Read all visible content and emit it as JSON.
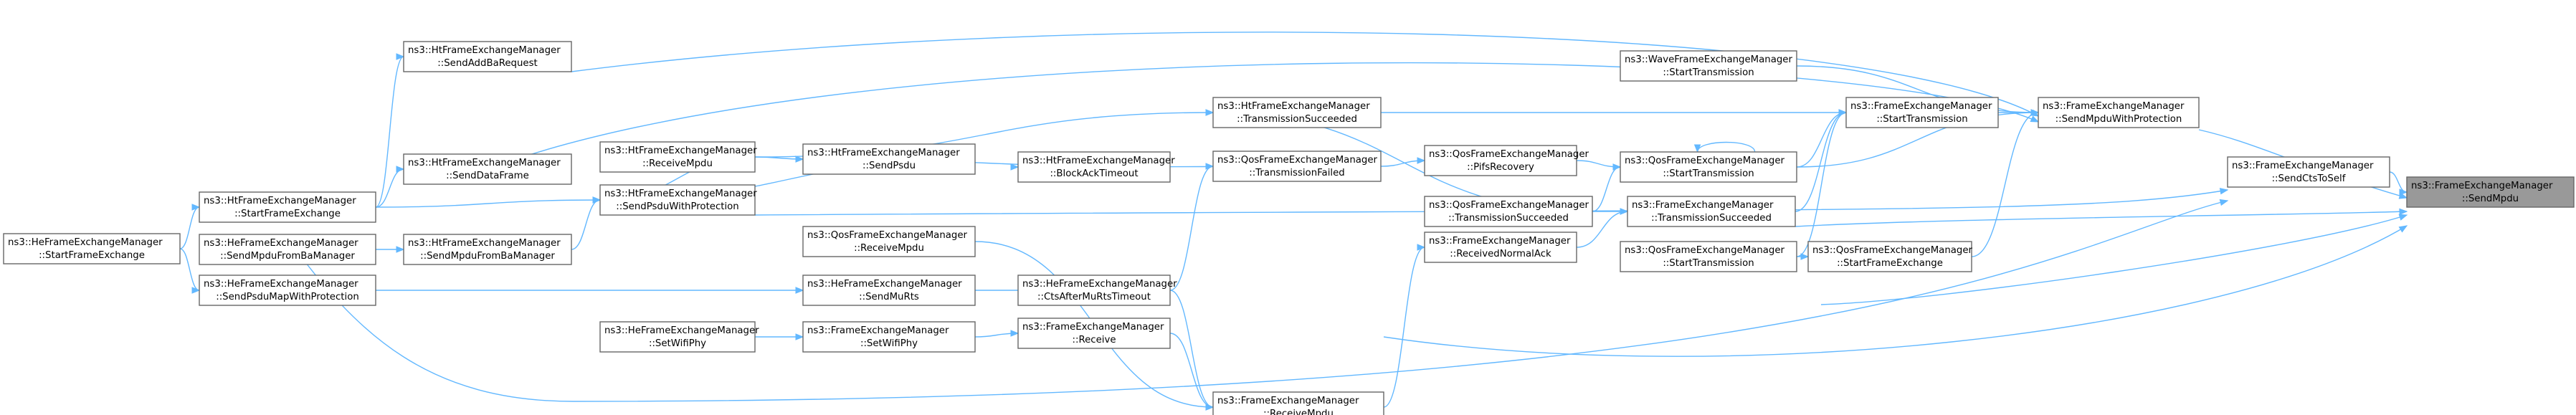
{
  "graph": {
    "colors": {
      "edge": "#63b8ff",
      "node_border": "#666666",
      "focus_fill": "#999999",
      "background": "#ffffff"
    },
    "nodes": [
      {
        "id": "n0",
        "l1": "ns3::FrameExchangeManager",
        "l2": "::SendMpdu",
        "focus": true
      },
      {
        "id": "n1",
        "l1": "ns3::FrameExchangeManager",
        "l2": "::SendCtsToSelf"
      },
      {
        "id": "n2",
        "l1": "ns3::FrameExchangeManager",
        "l2": "::SendMpduWithProtection"
      },
      {
        "id": "n3",
        "l1": "ns3::FrameExchangeManager",
        "l2": "::StartTransmission"
      },
      {
        "id": "n4",
        "l1": "ns3::QosFrameExchangeManager",
        "l2": "::StartFrameExchange"
      },
      {
        "id": "n5",
        "l1": "ns3::FrameExchangeManager",
        "l2": "::TransmissionSucceeded"
      },
      {
        "id": "n6",
        "l1": "ns3::FrameExchangeManager",
        "l2": "::ReceiveMpdu"
      },
      {
        "id": "n7",
        "l1": "ns3::HeFrameExchangeManager",
        "l2": "::SendPsduMapWithProtection"
      },
      {
        "id": "n8",
        "l1": "ns3::HtFrameExchangeManager",
        "l2": "::SendPsduWithProtection"
      },
      {
        "id": "n9",
        "l1": "ns3::HtFrameExchangeManager",
        "l2": "::SendAddBaRequest"
      },
      {
        "id": "n10",
        "l1": "ns3::HtFrameExchangeManager",
        "l2": "::TransmissionSucceeded"
      },
      {
        "id": "n11",
        "l1": "ns3::HtFrameExchangeManager",
        "l2": "::StartFrameExchange"
      },
      {
        "id": "n12",
        "l1": "ns3::HtFrameExchangeManager",
        "l2": "::SendDataFrame"
      },
      {
        "id": "n13",
        "l1": "ns3::WaveFrameExchangeManager",
        "l2": "::StartTransmission"
      },
      {
        "id": "n14",
        "l1": "ns3::QosFrameExchangeManager",
        "l2": "::StartTransmission"
      },
      {
        "id": "n15",
        "l1": "ns3::QosFrameExchangeManager",
        "l2": "::StartTransmission"
      },
      {
        "id": "n16",
        "l1": "ns3::FrameExchangeManager",
        "l2": "::ReceivedNormalAck"
      },
      {
        "id": "n17",
        "l1": "ns3::FrameExchangeManager",
        "l2": "::Receive"
      },
      {
        "id": "n18",
        "l1": "ns3::QosFrameExchangeManager",
        "l2": "::ReceiveMpdu"
      },
      {
        "id": "n19",
        "l1": "ns3::HeFrameExchangeManager",
        "l2": "::StartFrameExchange"
      },
      {
        "id": "n20",
        "l1": "ns3::HtFrameExchangeManager",
        "l2": "::SendMpduFromBaManager"
      },
      {
        "id": "n21",
        "l1": "ns3::HtFrameExchangeManager",
        "l2": "::SendPsdu"
      },
      {
        "id": "n22",
        "l1": "ns3::HeFrameExchangeManager",
        "l2": "::SendMpduFromBaManager"
      },
      {
        "id": "n23",
        "l1": "ns3::HtFrameExchangeManager",
        "l2": "::ReceiveMpdu"
      },
      {
        "id": "n24",
        "l1": "ns3::HtFrameExchangeManager",
        "l2": "::BlockAckTimeout"
      },
      {
        "id": "n25",
        "l1": "ns3::QosFrameExchangeManager",
        "l2": "::TransmissionFailed"
      },
      {
        "id": "n26",
        "l1": "ns3::QosFrameExchangeManager",
        "l2": "::PifsRecovery"
      },
      {
        "id": "n27",
        "l1": "ns3::QosFrameExchangeManager",
        "l2": "::TransmissionSucceeded"
      },
      {
        "id": "n28",
        "l1": "ns3::HeFrameExchangeManager",
        "l2": "::SendMuRts"
      },
      {
        "id": "n29",
        "l1": "ns3::HeFrameExchangeManager",
        "l2": "::CtsAfterMuRtsTimeout"
      },
      {
        "id": "n30",
        "l1": "ns3::FrameExchangeManager",
        "l2": "::SetWifiPhy"
      },
      {
        "id": "n31",
        "l1": "ns3::HeFrameExchangeManager",
        "l2": "::SetWifiPhy"
      }
    ]
  }
}
